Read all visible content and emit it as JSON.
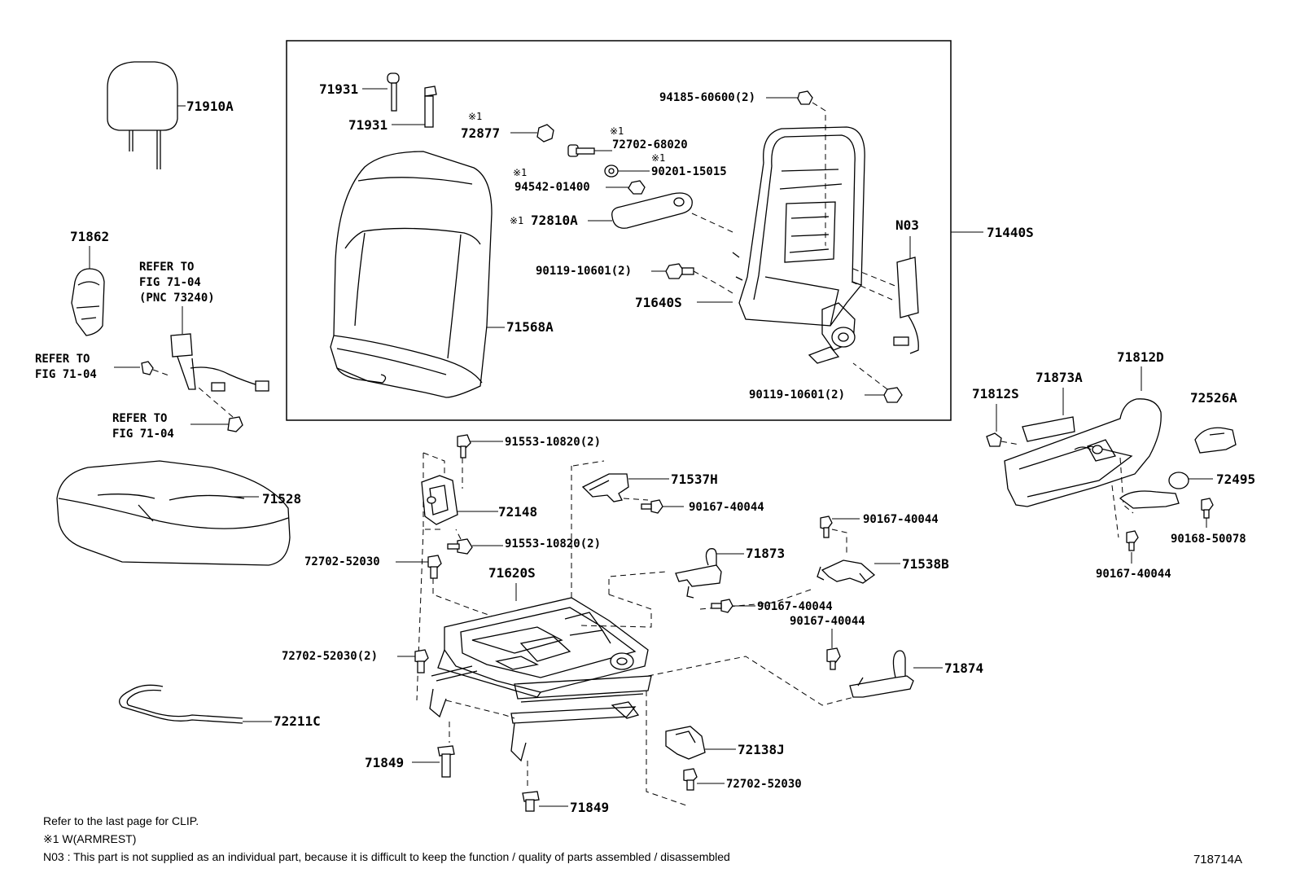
{
  "diagram_id": "718714A",
  "footnotes": [
    "Refer to the last page for CLIP.",
    "※1 W(ARMREST)",
    "N03 : This part is not supplied as an individual part, because it is difficult to keep the function / quality of parts assembled / disassembled"
  ],
  "labels": {
    "p71910A": "71910A",
    "p71931a": "71931",
    "p71931b": "71931",
    "p72877_mark": "※1",
    "p72877": "72877",
    "p72702_68020_mark": "※1",
    "p72702_68020": "72702-68020",
    "p90201_mark": "※1",
    "p90201": "90201-15015",
    "p94542_mark": "※1",
    "p94542": "94542-01400",
    "p72810A_mark": "※1",
    "p72810A": "72810A",
    "p94185": "94185-60600(2)",
    "p71440S": "71440S",
    "pN03": "N03",
    "p90119a": "90119-10601(2)",
    "p71640S": "71640S",
    "p71568A": "71568A",
    "p90119b": "90119-10601(2)",
    "p71862": "71862",
    "refer1a": "REFER TO",
    "refer1b": "FIG 71-04",
    "refer1c": "(PNC 73240)",
    "refer2a": "REFER TO",
    "refer2b": "FIG 71-04",
    "refer3a": "REFER TO",
    "refer3b": "FIG 71-04",
    "p71528": "71528",
    "p91553a": "91553-10820(2)",
    "p72148": "72148",
    "p91553b": "91553-10820(2)",
    "p72702_52030a": "72702-52030",
    "p71620S": "71620S",
    "p72702_52030b": "72702-52030(2)",
    "p71537H": "71537H",
    "p90167a": "90167-40044",
    "p90167b": "90167-40044",
    "p71873": "71873",
    "p71538B": "71538B",
    "p90167c": "90167-40044",
    "p90167d": "90167-40044",
    "p71874": "71874",
    "p72211C": "72211C",
    "p71849a": "71849",
    "p71849b": "71849",
    "p72138J": "72138J",
    "p72702_52030c": "72702-52030",
    "p71812S": "71812S",
    "p71873A": "71873A",
    "p71812D": "71812D",
    "p72526A": "72526A",
    "p72495": "72495",
    "p90168": "90168-50078",
    "p90167e": "90167-40044"
  }
}
